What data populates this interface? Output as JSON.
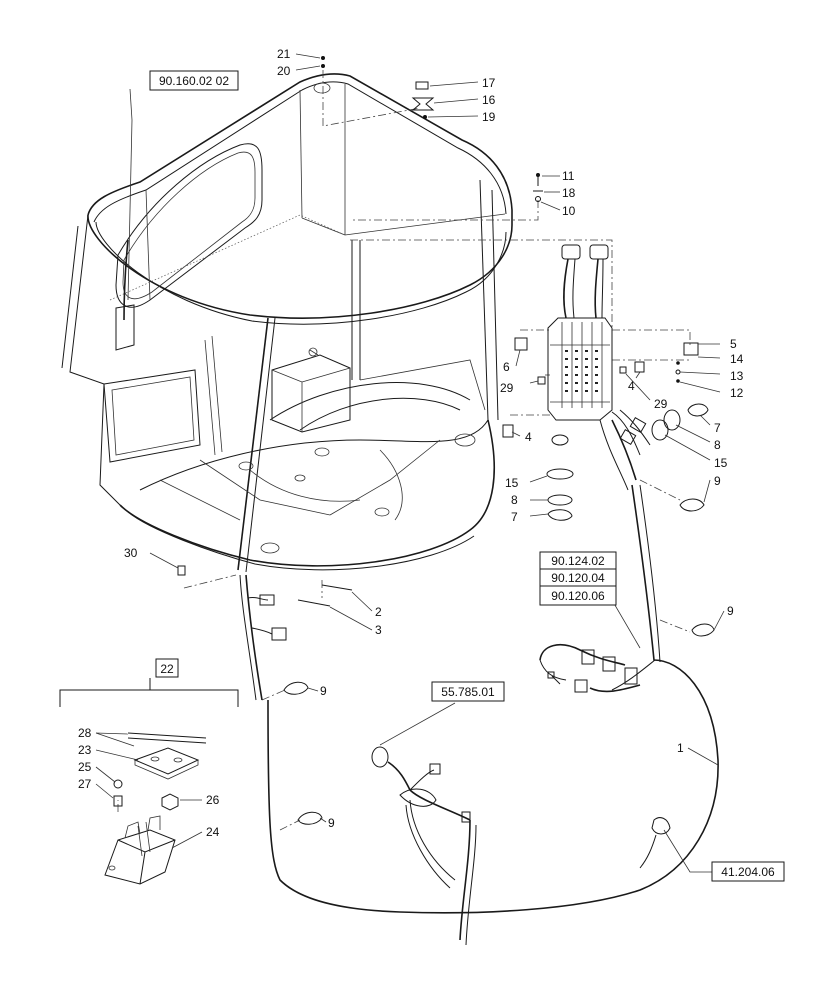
{
  "refs": {
    "r1": "90.160.02 02",
    "r2": "90.124.02",
    "r3": "90.120.04",
    "r4": "90.120.06",
    "r5": "55.785.01",
    "r6": "41.204.06",
    "r7": "22"
  },
  "callouts": {
    "c21": "21",
    "c20": "20",
    "c17": "17",
    "c16": "16",
    "c19": "19",
    "c11": "11",
    "c18": "18",
    "c10": "10",
    "c5": "5",
    "c14": "14",
    "c13": "13",
    "c12": "12",
    "c6": "6",
    "c29a": "29",
    "c4a": "4",
    "c29b": "29",
    "c7a": "7",
    "c8a": "8",
    "c15a": "15",
    "c9a": "9",
    "c4b": "4",
    "c15b": "15",
    "c8b": "8",
    "c7b": "7",
    "c30": "30",
    "c2": "2",
    "c3": "3",
    "c9b": "9",
    "c9c": "9",
    "c9d": "9",
    "c1": "1",
    "c28": "28",
    "c23": "23",
    "c25": "25",
    "c27": "27",
    "c26": "26",
    "c24": "24"
  }
}
